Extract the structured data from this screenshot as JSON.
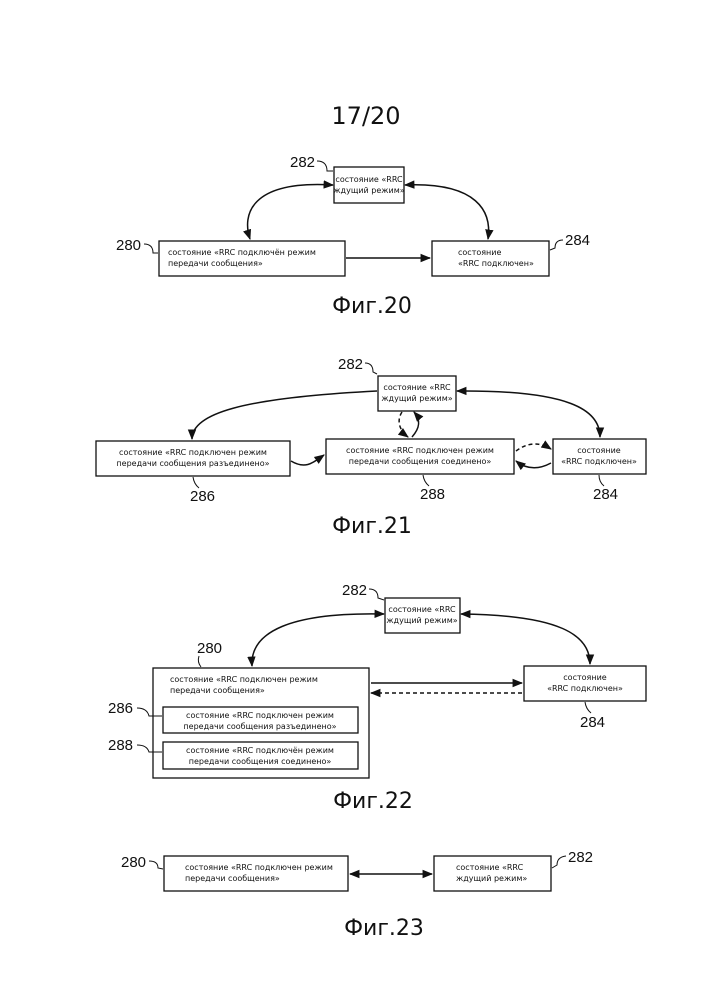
{
  "page_number": "17/20",
  "fig20": {
    "caption": "Фиг.20",
    "idle": {
      "ref": "282",
      "line1": "состояние «RRC",
      "line2": "ждущий режим»"
    },
    "msg_mode": {
      "ref": "280",
      "line1": "состояние «RRC подключён режим",
      "line2": "передачи сообщения»"
    },
    "connected": {
      "ref": "284",
      "line1": "состояние",
      "line2": "«RRC подключен»"
    }
  },
  "fig21": {
    "caption": "Фиг.21",
    "idle": {
      "ref": "282",
      "line1": "состояние «RRC",
      "line2": "ждущий режим»"
    },
    "disconnected": {
      "ref": "286",
      "line1": "состояние «RRC подключен режим",
      "line2": "передачи сообщения разъединено»"
    },
    "msg_connected": {
      "ref": "288",
      "line1": "состояние «RRC подключен режим",
      "line2": "передачи сообщения соединено»"
    },
    "connected": {
      "ref": "284",
      "line1": "состояние",
      "line2": "«RRC подключен»"
    }
  },
  "fig22": {
    "caption": "Фиг.22",
    "idle": {
      "ref": "282",
      "line1": "состояние «RRC",
      "line2": "ждущий режим»"
    },
    "msg_mode": {
      "ref": "280",
      "line1": "состояние «RRC подключен режим",
      "line2": "передачи сообщения»"
    },
    "disconnected": {
      "ref": "286",
      "line1": "состояние «RRC подключен режим",
      "line2": "передачи сообщения разъединено»"
    },
    "msg_connected": {
      "ref": "288",
      "line1": "состояние «RRC подключён режим",
      "line2": "передачи сообщения соединено»"
    },
    "connected": {
      "ref": "284",
      "line1": "состояние",
      "line2": "«RRC подключен»"
    }
  },
  "fig23": {
    "caption": "Фиг.23",
    "msg_mode": {
      "ref": "280",
      "line1": "состояние «RRC подключен режим",
      "line2": "передачи сообщения»"
    },
    "idle": {
      "ref": "282",
      "line1": "состояние «RRC",
      "line2": "ждущий режим»"
    }
  }
}
